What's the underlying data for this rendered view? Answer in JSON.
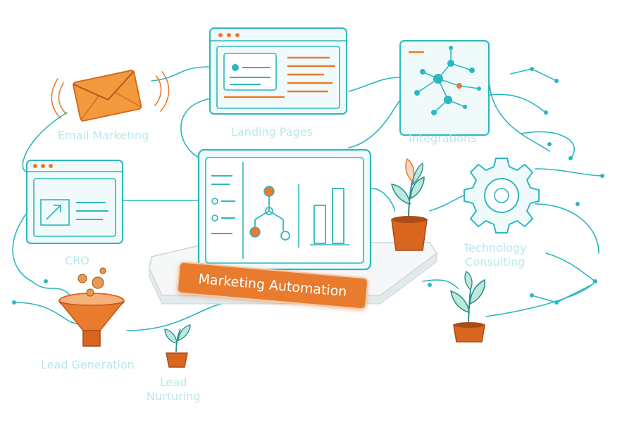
{
  "diagram": {
    "center_badge": "Marketing Automation",
    "nodes": {
      "email_marketing": "Email Marketing",
      "landing_pages": "Landing Pages",
      "integrations": "Integrations",
      "cro": "CRO",
      "technology_consulting_line1": "Technology",
      "technology_consulting_line2": "Consulting",
      "lead_generation": "Lead Generation",
      "lead_nurturing_line1": "Lead",
      "lead_nurturing_line2": "Nurturing"
    }
  },
  "colors": {
    "teal": "#2cb7bf",
    "orange": "#e87b2e",
    "label": "#b9e7ea",
    "light_fill": "#f1fafb"
  },
  "icons": [
    "envelope-icon",
    "browser-window-icon",
    "network-graph-icon",
    "chart-window-icon",
    "gear-icon",
    "funnel-icon",
    "coin-icon",
    "plant-pot-icon",
    "dashboard-monitor-icon"
  ]
}
